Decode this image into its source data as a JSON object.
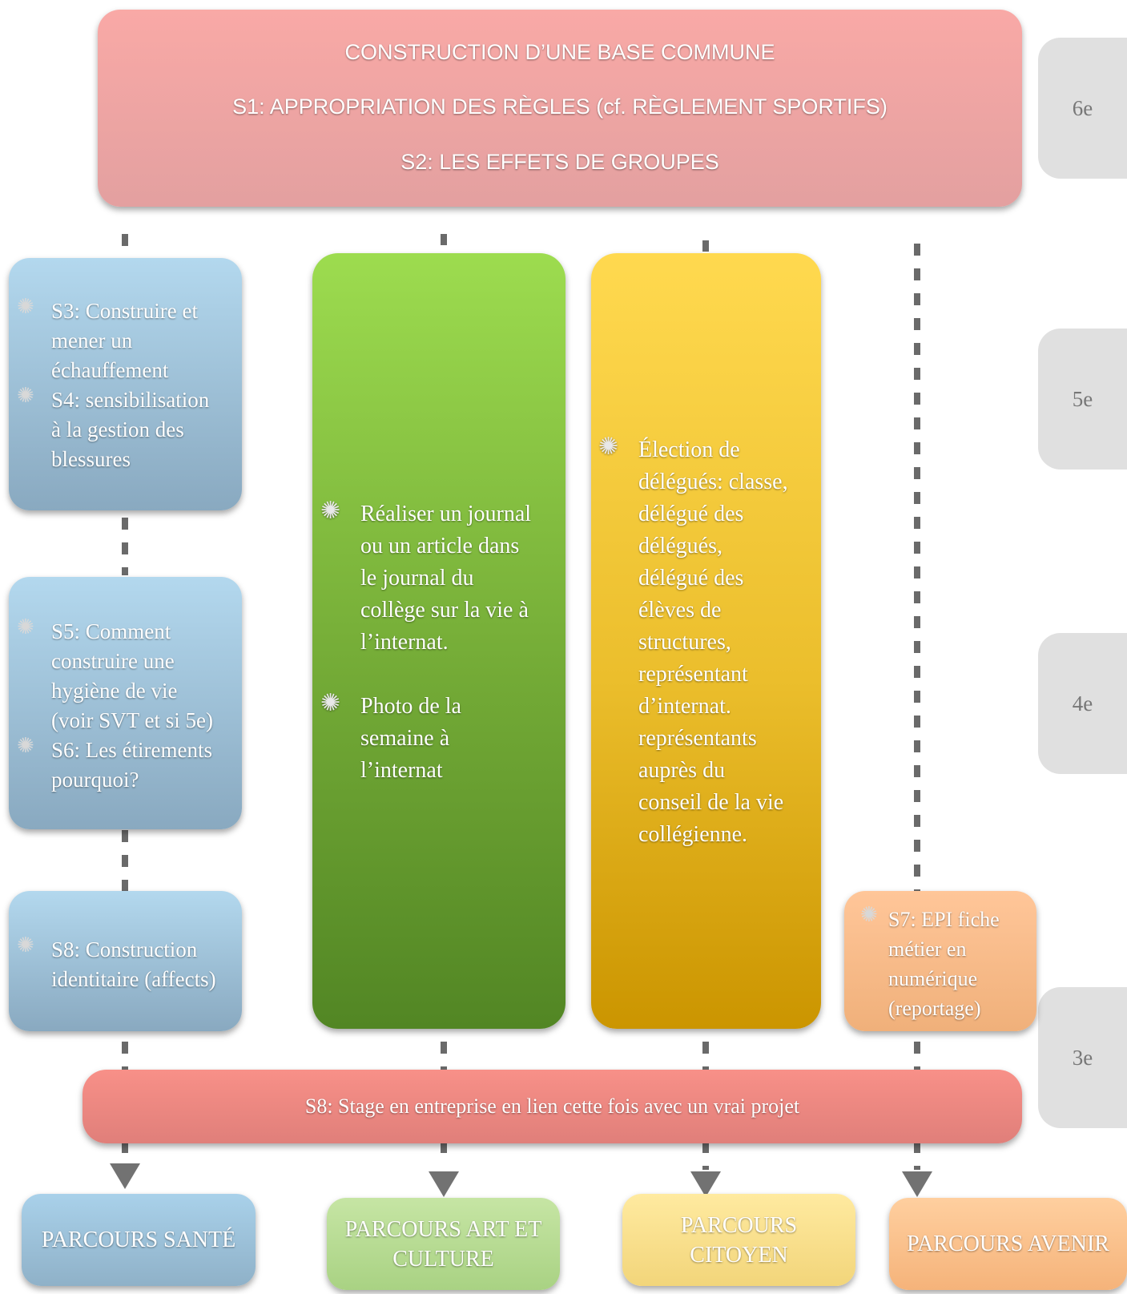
{
  "header": {
    "line1": "CONSTRUCTION D’UNE BASE COMMUNE",
    "line2": "S1: APPROPRIATION DES RÈGLES (cf. RÈGLEMENT SPORTIFS)",
    "line3": "S2: LES EFFETS DE GROUPES"
  },
  "grades": [
    "6e",
    "5e",
    "4e",
    "3e"
  ],
  "sante_column": {
    "box1": {
      "lines_a": [
        "S3: Construire et",
        "mener un",
        "échauffement"
      ],
      "lines_b": [
        "S4: sensibilisation",
        "à la gestion des",
        "blessures"
      ]
    },
    "box2": {
      "lines_a": [
        "S5: Comment",
        "construire une",
        "hygiène de vie",
        "(voir SVT et si 5e)"
      ],
      "lines_b": [
        "S6: Les étirements",
        "pourquoi?"
      ]
    },
    "box3": {
      "lines_a": [
        "S8: Construction",
        "identitaire (affects)"
      ]
    }
  },
  "art_column": {
    "item1": [
      "Réaliser un journal",
      "ou un article dans",
      "le journal du",
      "collège sur la vie à",
      "l’internat."
    ],
    "item2": [
      "Photo de la",
      "semaine à",
      "l’internat"
    ]
  },
  "citoyen_column": {
    "item1": [
      "Élection de",
      "délégués: classe,",
      "délégué des",
      "délégués,",
      "délégué des",
      "élèves de",
      "structures,",
      "représentant",
      "d’internat.",
      "représentants",
      "auprès du",
      "conseil de la vie",
      "collégienne."
    ]
  },
  "avenir_column": {
    "item1": [
      "S7: EPI fiche",
      "métier en",
      "numérique",
      "(reportage)"
    ]
  },
  "bottom_bar": "S8: Stage en entreprise en lien cette fois avec un vrai projet",
  "parcours": {
    "sante": "PARCOURS SANTÉ",
    "art": [
      "PARCOURS ART ET",
      "CULTURE"
    ],
    "citoyen": [
      "PARCOURS",
      "CITOYEN"
    ],
    "avenir": "PARCOURS AVENIR"
  },
  "icons": {
    "bullet": "sunburst-icon"
  },
  "colors": {
    "header": "#f9a9a6",
    "sante": "#a9d1ea",
    "art": "#73aa36",
    "citoyen": "#ebbe2c",
    "avenir": "#f5b37a",
    "grade": "#e0e0e0"
  }
}
